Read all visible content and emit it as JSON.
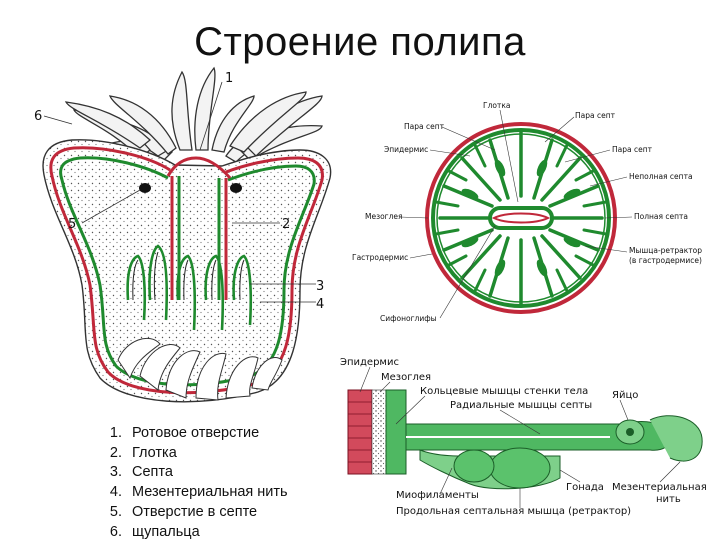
{
  "title": "Строение полипа",
  "polyp": {
    "numbers": [
      "1",
      "2",
      "3",
      "4",
      "5",
      "6"
    ]
  },
  "legend": [
    {
      "num": "1.",
      "text": "Ротовое отверстие"
    },
    {
      "num": "2.",
      "text": "Глотка"
    },
    {
      "num": "3.",
      "text": "Септа"
    },
    {
      "num": "4.",
      "text": "Мезентериальная нить"
    },
    {
      "num": "5.",
      "text": "Отверстие в септе"
    },
    {
      "num": "6.",
      "text": "щупальца"
    }
  ],
  "cross_section": {
    "labels": {
      "pharynx": "Глотка",
      "pair_septa_left": "Пара септ",
      "pair_septa_right_top": "Пара септ",
      "pair_septa_right": "Пара септ",
      "epidermis": "Эпидермис",
      "incomplete_septum": "Неполная септа",
      "mesoglea": "Мезоглея",
      "complete_septum": "Полная септа",
      "gastrodermis": "Гастродермис",
      "retractor": "Мышца-ретрактор",
      "retractor_note": "(в гастродермисе)",
      "siphonoglyphs": "Сифоноглифы"
    }
  },
  "septum_detail": {
    "labels": {
      "epidermis": "Эпидермис",
      "mesoglea": "Мезоглея",
      "circular_muscles": "Кольцевые мышцы стенки тела",
      "egg": "Яйцо",
      "radial_muscles": "Радиальные мышцы септы",
      "myofilaments": "Миофиламенты",
      "longitudinal_muscle": "Продольная септальная мышца (ретрактор)",
      "gonad": "Гонада",
      "mesenterial_filament_1": "Мезентериальная",
      "mesenterial_filament_2": "нить"
    }
  },
  "colors": {
    "epidermis_red": "#c0283a",
    "gastrodermis_green": "#1f8a2e",
    "light_green": "#7ed08a",
    "outline": "#222222"
  }
}
